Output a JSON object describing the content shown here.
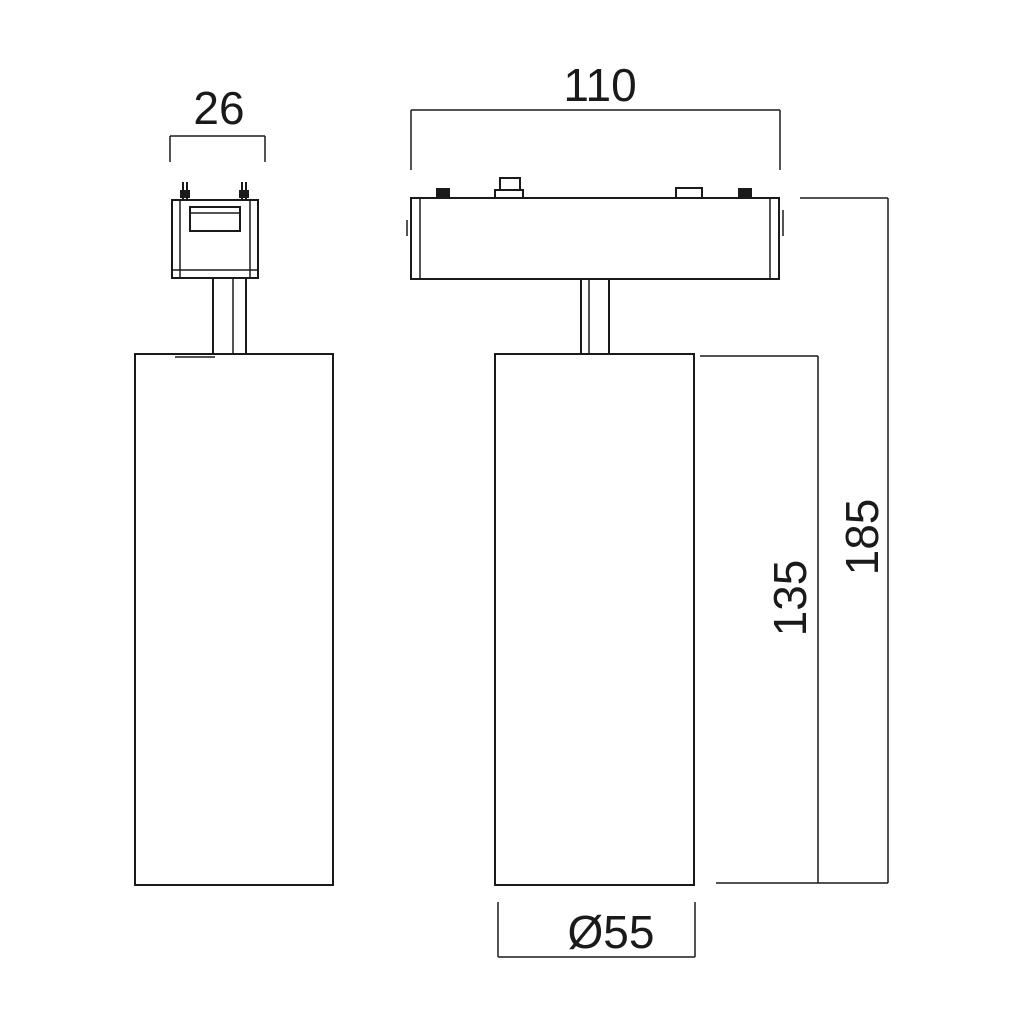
{
  "diagram": {
    "dimensions": {
      "side_width": "26",
      "front_width": "110",
      "total_height": "185",
      "body_height": "135",
      "diameter": "Ø55"
    }
  }
}
